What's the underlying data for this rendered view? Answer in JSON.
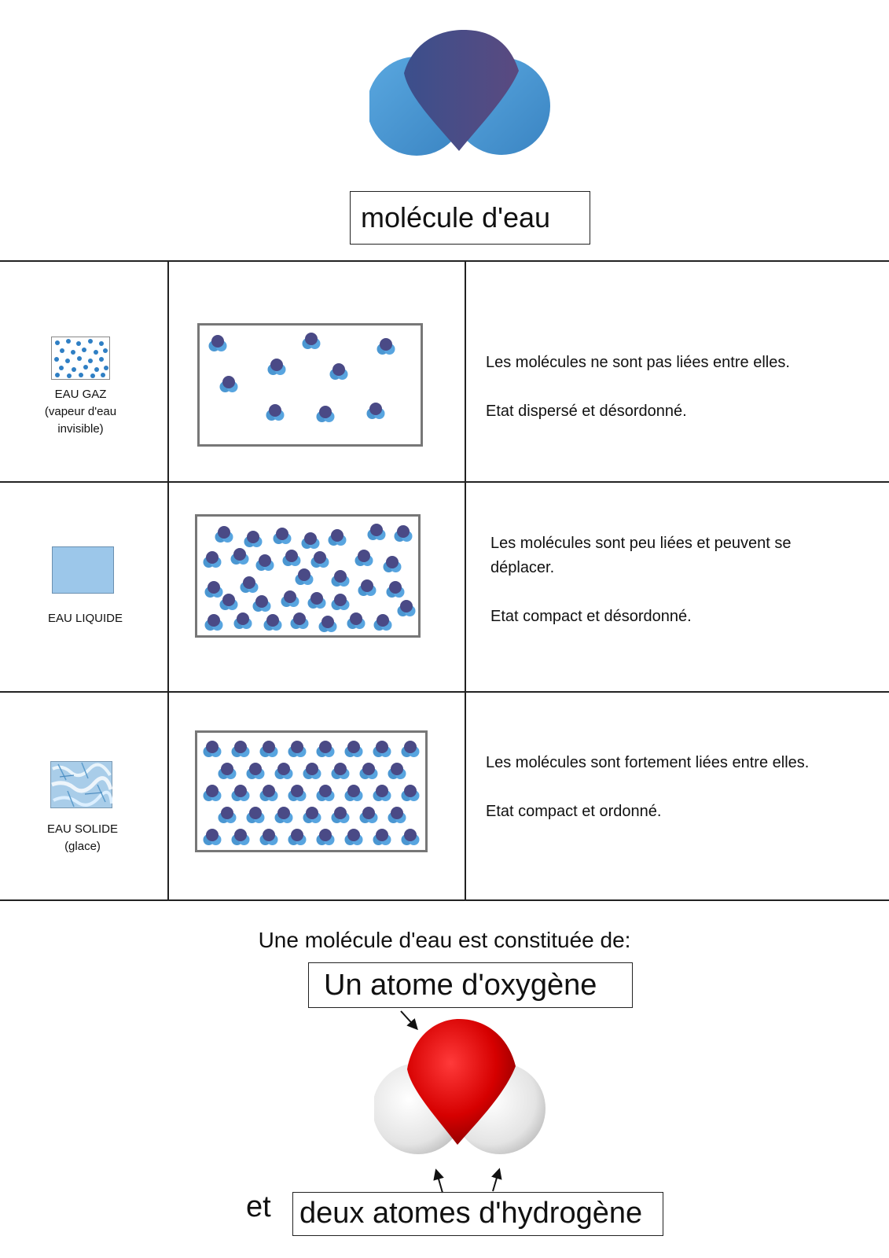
{
  "header": {
    "title": "molécule d'eau"
  },
  "states": [
    {
      "label_lines": [
        "EAU GAZ",
        "(vapeur d'eau",
        "invisible)"
      ],
      "description": [
        "Les molécules ne sont pas liées entre elles.",
        "Etat dispersé et désordonné."
      ]
    },
    {
      "label_lines": [
        "EAU LIQUIDE"
      ],
      "description": [
        "Les molécules sont peu liées et peuvent se déplacer.",
        "Etat compact et désordonné."
      ]
    },
    {
      "label_lines": [
        "EAU SOLIDE",
        "(glace)"
      ],
      "description": [
        "Les molécules sont fortement liées entre elles.",
        "Etat compact et ordonné."
      ]
    }
  ],
  "composition": {
    "intro": "Une molécule d'eau est constituée de:",
    "oxygen_label": "Un atome d'oxygène",
    "connector": "et",
    "hydrogen_label": "deux atomes d'hydrogène"
  },
  "colors": {
    "oxygen_purple": "#4a4a86",
    "hydrogen_blue": "#4b97d2",
    "oxygen_red": "#d40000",
    "hydrogen_white": "#e8e8e8",
    "liquid_swatch": "#9cc7ea"
  }
}
